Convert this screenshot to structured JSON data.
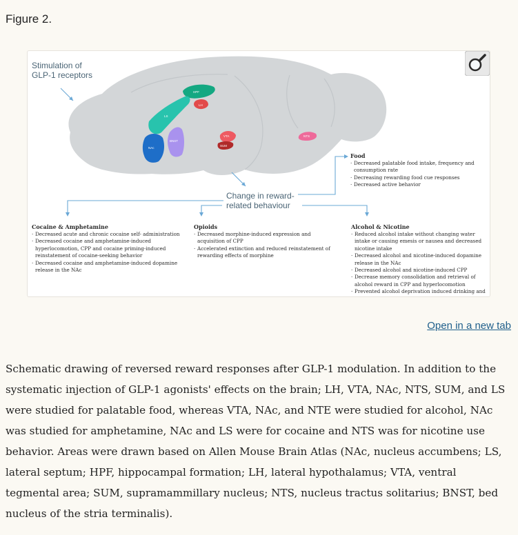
{
  "figure_title": "Figure 2.",
  "diagram": {
    "stim_label": "Stimulation of\nGLP-1 receptors",
    "change_label": "Change in reward-\nrelated behaviour",
    "regions": {
      "hpf": "HPF",
      "lh": "LH",
      "ls": "LS",
      "bnst": "BNST",
      "nac": "NAc",
      "vta": "VTA",
      "sum": "SUM",
      "nts": "NTS"
    },
    "zoom_icon": "magnifier-icon",
    "colors": {
      "brain": "#d3d6d8",
      "hpf": "#14a882",
      "lh": "#e24a4a",
      "ls": "#28c3ad",
      "bnst": "#a992ee",
      "nac": "#1e6ec8",
      "vta": "#ee5a62",
      "sum": "#b02a2a",
      "nts": "#ee6a9a",
      "arrow": "#6aa8d6"
    },
    "panels": {
      "food": {
        "title": "Food",
        "items": [
          "Decreased palatable food intake, frequency and consumption rate",
          "Decreasing rewarding food cue responses",
          "Decreased active behavior"
        ]
      },
      "cocaine": {
        "title": "Cocaine & Amphetamine",
        "items": [
          "Decreased acute and chronic cocaine self- administration",
          "Decreased cocaine and amphetamine-induced hyperlocomotion, CPP and cocaine priming-induced reinstatement of cocaine-seeking behavior",
          "Decreased cocaine and amphetamine-induced dopamine release in the NAc"
        ]
      },
      "opioids": {
        "title": "Opioids",
        "items": [
          "Decreased morphine-induced expression and acquisition of CPP",
          "Accelerated extinction and reduced reinstatement of rewarding effects of morphine"
        ]
      },
      "alcohol": {
        "title": "Alcohol & Nicotine",
        "items": [
          "Reduced alcohol intake without changing water intake or causing emesis or nausea and decreased nicotine intake",
          "Decreased alcohol and nicotine-induced dopamine release in the NAc",
          "Decreased alcohol and nicotine-induced CPP",
          "Decrease memory consolidation and retrieval of alcohol reward in CPP and hyperlocomotion",
          "Prevented alcohol deprivation induced drinking and alcohol preference in alcohol-preferring rats"
        ]
      }
    }
  },
  "open_link": "Open in a new tab",
  "caption": "Schematic drawing of reversed reward responses after GLP-1 modulation. In addition to the systematic injection of GLP-1 agonists' effects on the brain; LH, VTA, NAc, NTS, SUM, and LS were studied for palatable food, whereas VTA, NAc, and NTE were studied for alcohol, NAc was studied for amphetamine, NAc and LS were for cocaine and NTS was for nicotine use behavior. Areas were drawn based on Allen Mouse Brain Atlas (NAc, nucleus accumbens; LS, lateral septum; HPF, hippocampal formation; LH, lateral hypothalamus; VTA, ventral tegmental area; SUM, supramammillary nucleus; NTS, nucleus tractus solitarius; BNST, bed nucleus of the stria terminalis)."
}
